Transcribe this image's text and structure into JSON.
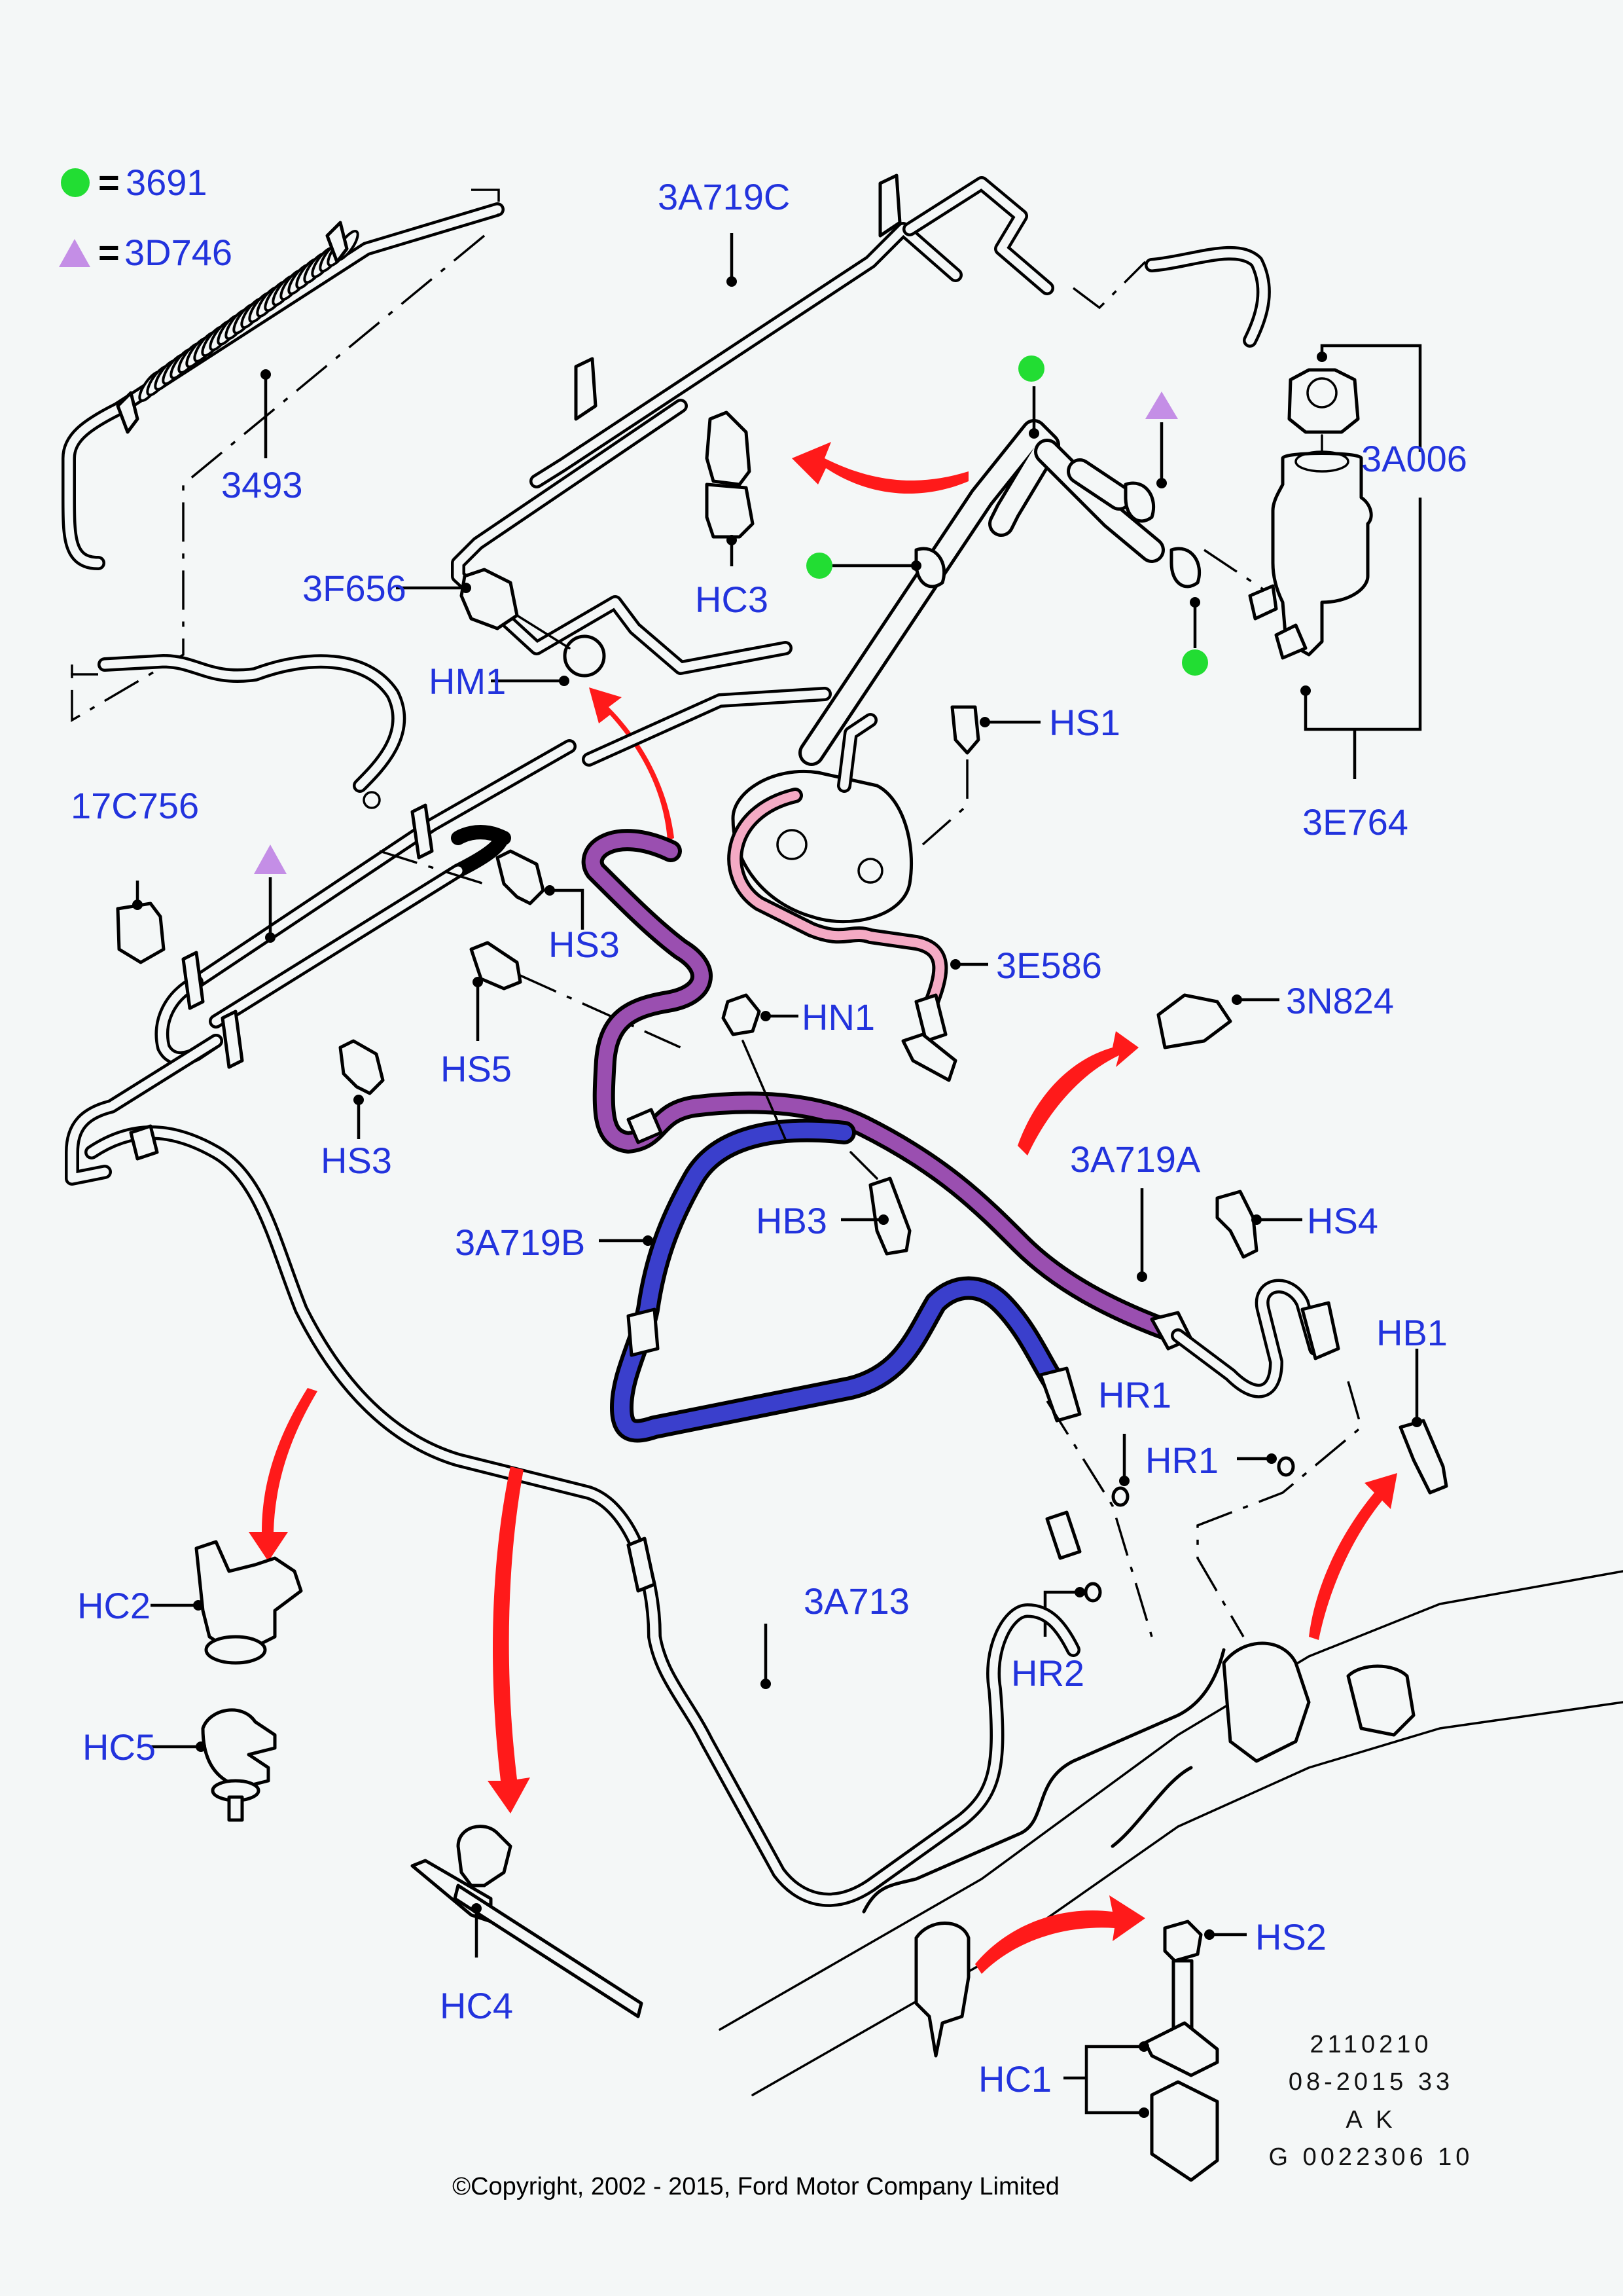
{
  "diagram": {
    "title": "Power steering hoses and reservoir - exploded parts diagram",
    "legend": [
      {
        "symbol": "green-circle",
        "color": "#22dd33",
        "equals": "=",
        "part": "3691"
      },
      {
        "symbol": "purple-triangle",
        "color": "#c48ee6",
        "equals": "=",
        "part": "3D746"
      }
    ],
    "labels": {
      "p3493": "3493",
      "p3A719C": "3A719C",
      "p3A006": "3A006",
      "p3E764": "3E764",
      "p3F656": "3F656",
      "HM1": "HM1",
      "HC3": "HC3",
      "HS1": "HS1",
      "p17C756": "17C756",
      "HS3_upper": "HS3",
      "HS3_lower": "HS3",
      "HS5": "HS5",
      "p3E586": "3E586",
      "HN1": "HN1",
      "p3N824": "3N824",
      "p3A719A": "3A719A",
      "p3A719B": "3A719B",
      "HB3": "HB3",
      "HS4": "HS4",
      "HB1": "HB1",
      "HR1_upper": "HR1",
      "HR1_lower": "HR1",
      "HR2": "HR2",
      "p3A713": "3A713",
      "HC2": "HC2",
      "HC5": "HC5",
      "HC4": "HC4",
      "HS2": "HS2",
      "HC1": "HC1"
    },
    "colors": {
      "label_text": "#2233dd",
      "hose_3A719A": "#9a4fb0",
      "hose_3A719B": "#3a3fcc",
      "hose_3E586": "#f4aac4",
      "arrow": "#ff1a1a",
      "marker_3691": "#22dd33",
      "marker_3D746": "#c48ee6"
    },
    "stamp": [
      "2110210",
      "08-2015 33",
      "A K",
      "G 0022306 10"
    ],
    "copyright": "©Copyright, 2002 - 2015, Ford Motor Company Limited"
  }
}
